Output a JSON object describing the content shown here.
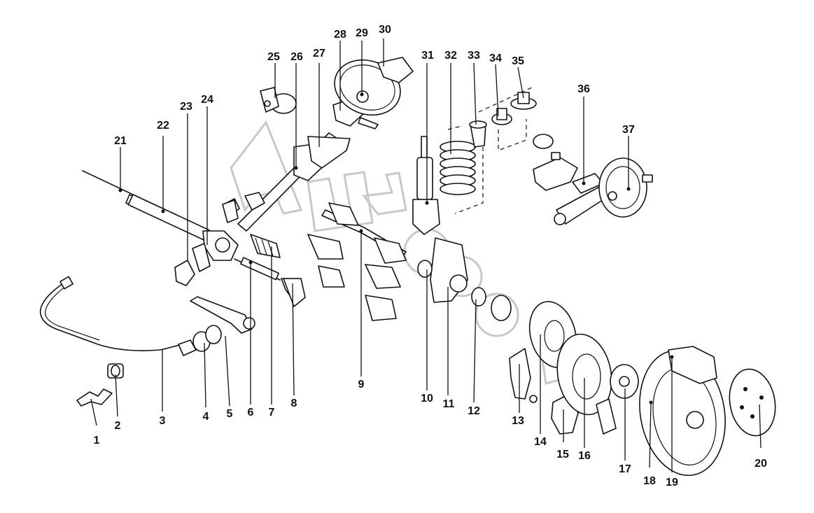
{
  "diagram": {
    "labels": [
      "1",
      "2",
      "3",
      "4",
      "5",
      "6",
      "7",
      "8",
      "9",
      "10",
      "11",
      "12",
      "13",
      "14",
      "15",
      "16",
      "17",
      "18",
      "19",
      "20",
      "21",
      "22",
      "23",
      "24",
      "25",
      "26",
      "27",
      "28",
      "29",
      "30",
      "31",
      "32",
      "33",
      "34",
      "35",
      "36",
      "37"
    ]
  },
  "colors": {
    "line": "#111111",
    "watermark": "#c8c8c8",
    "background": "#ffffff"
  }
}
